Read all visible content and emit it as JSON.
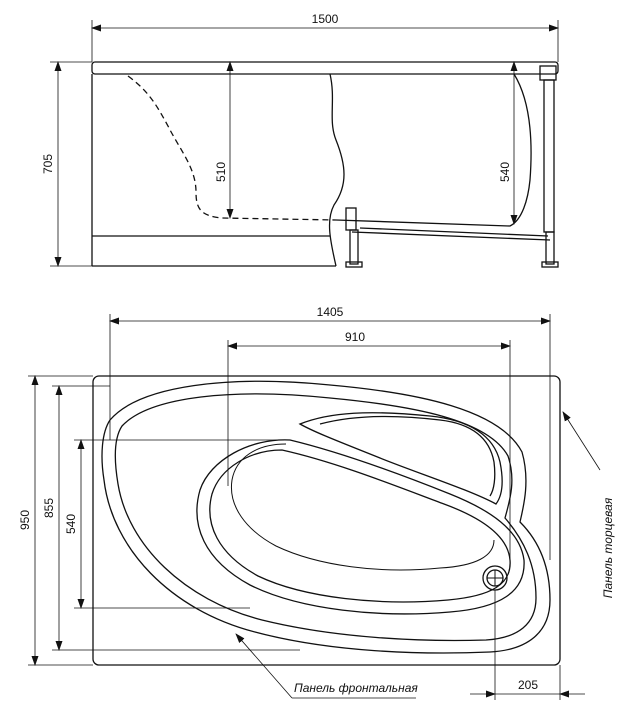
{
  "side_view": {
    "dims": {
      "overall_length": "1500",
      "overall_height": "705",
      "depth_left": "510",
      "depth_right": "540"
    }
  },
  "plan_view": {
    "dims": {
      "overall_width": "1405",
      "inner_width": "910",
      "overall_depth": "950",
      "inner_depth": "855",
      "bowl_depth": "540",
      "drain_offset": "205"
    },
    "labels": {
      "front_panel": "Панель фронтальная",
      "end_panel": "Панель торцевая"
    }
  }
}
